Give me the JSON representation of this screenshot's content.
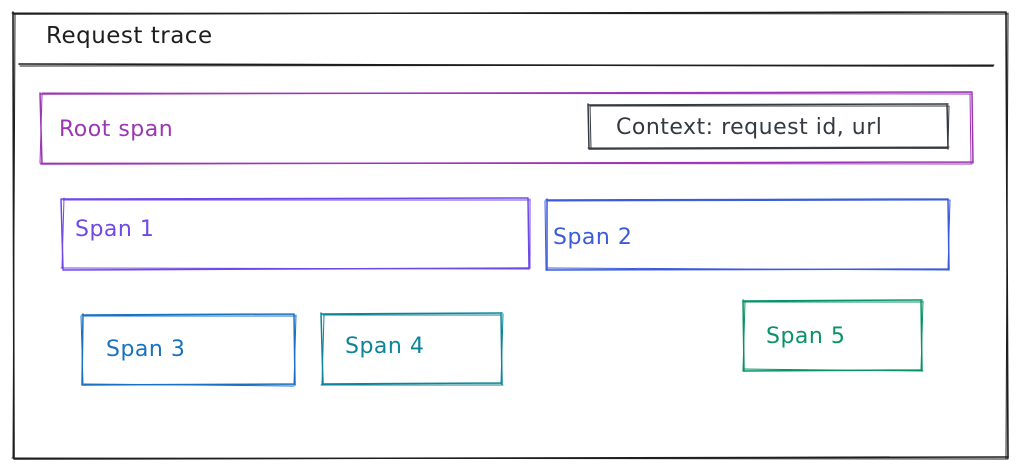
{
  "diagram": {
    "title": "Request trace",
    "root_span": {
      "label": "Root span",
      "color": "#9c36b5",
      "context": "Context: request id, url"
    },
    "spans": [
      {
        "label": "Span 1",
        "color": "#7048e8"
      },
      {
        "label": "Span 2",
        "color": "#3b5bdb"
      },
      {
        "label": "Span 3",
        "color": "#1971c2"
      },
      {
        "label": "Span 4",
        "color": "#0c8599"
      },
      {
        "label": "Span 5",
        "color": "#099268"
      }
    ]
  }
}
